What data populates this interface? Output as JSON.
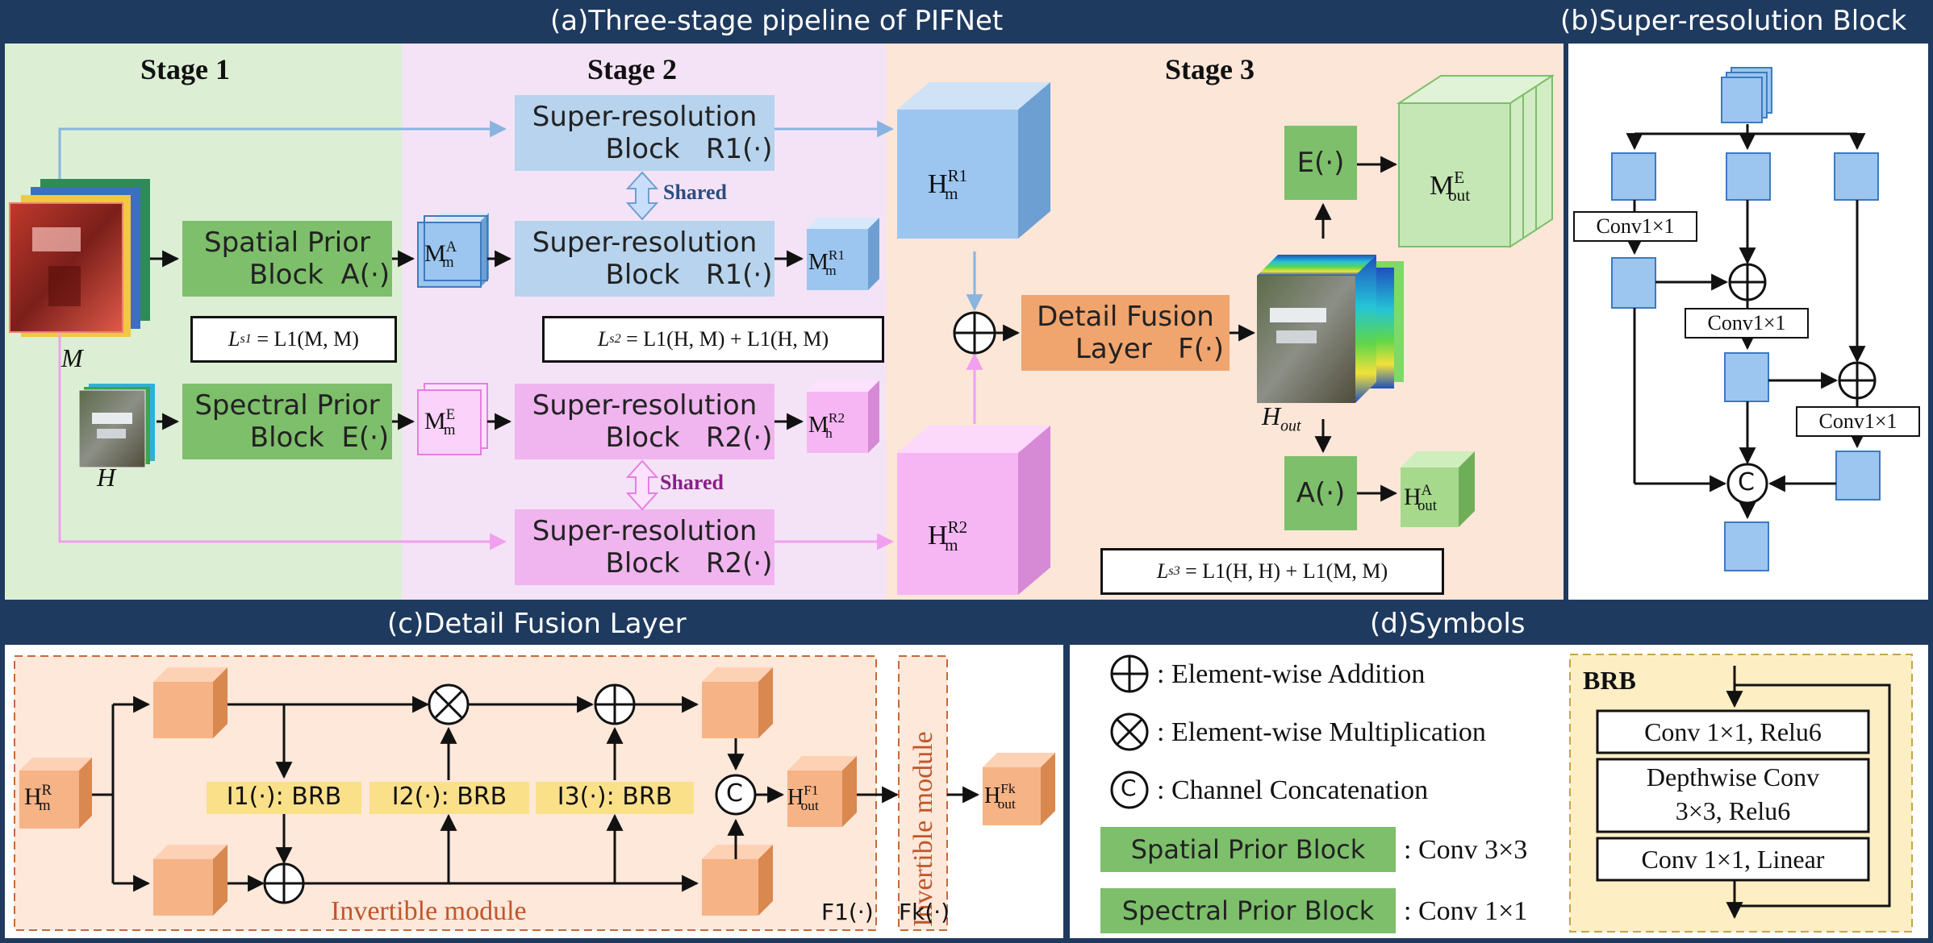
{
  "titles": {
    "a": "(a)Three-stage pipeline of PIFNet",
    "b": "(b)Super-resolution Block",
    "c": "(c)Detail Fusion Layer",
    "d": "(d)Symbols"
  },
  "stages": {
    "s1": "Stage 1",
    "s2": "Stage 2",
    "s3": "Stage 3"
  },
  "blocks": {
    "sr_block": "Super-resolution",
    "block_word": "Block",
    "r1": "R1(·)",
    "r2": "R2(·)",
    "spatial_prior": "Spatial Prior",
    "spatial_fn": "A(·)",
    "spectral_prior": "Spectral Prior",
    "spectral_fn": "E(·)",
    "detail_fusion": "Detail Fusion",
    "layer_word": "Layer",
    "f_fn": "F(·)",
    "e_fn": "E(·)",
    "a_fn": "A(·)",
    "shared": "Shared"
  },
  "inputs": {
    "M": "M",
    "H": "H",
    "Hout": "H"
  },
  "losses": {
    "ls1": "L1(M, M)",
    "ls2": "L1(H, M) + L1(H, M)",
    "ls3": "L1(H, H) + L1(M, M)"
  },
  "superres": {
    "conv1": "Conv1×1",
    "conv2": "Conv1×1",
    "conv3": "Conv1×1"
  },
  "fusion": {
    "i1": "I1(·): BRB",
    "i2": "I2(·): BRB",
    "i3": "I3(·): BRB",
    "invertible": "Invertible module",
    "invertible_side": "Invertible module",
    "f1": "F1(·)",
    "fk": "Fk(·)"
  },
  "symbols": {
    "add": ": Element-wise Addition",
    "mul": ": Element-wise Multiplication",
    "cat": ": Channel Concatenation",
    "spatial_label": "Spatial Prior Block",
    "spatial_desc": ": Conv 3×3",
    "spectral_label": "Spectral Prior Block",
    "spectral_desc": ": Conv 1×1",
    "brb": "BRB",
    "brb1": "Conv 1×1, Relu6",
    "brb2a": "Depthwise Conv",
    "brb2b": "3×3, Relu6",
    "brb3": "Conv 1×1, Linear"
  },
  "colors": {
    "frame": "#1f3a5f",
    "stage1_bg": "#dcefd5",
    "stage2_bg": "#f4e3f6",
    "stage3_bg": "#fbe6d8",
    "sr_blue": "#b7d3ed",
    "sr_pink": "#f0b4ee",
    "prior_green": "#7dbf6a",
    "fusion_orange": "#f0a46e",
    "brb_yellow": "#fbe08a",
    "cube_blue": "#9cc6ef",
    "cube_pink": "#f6b6f4",
    "cube_green": "#a6d98b",
    "cube_orange": "#f6b386"
  }
}
